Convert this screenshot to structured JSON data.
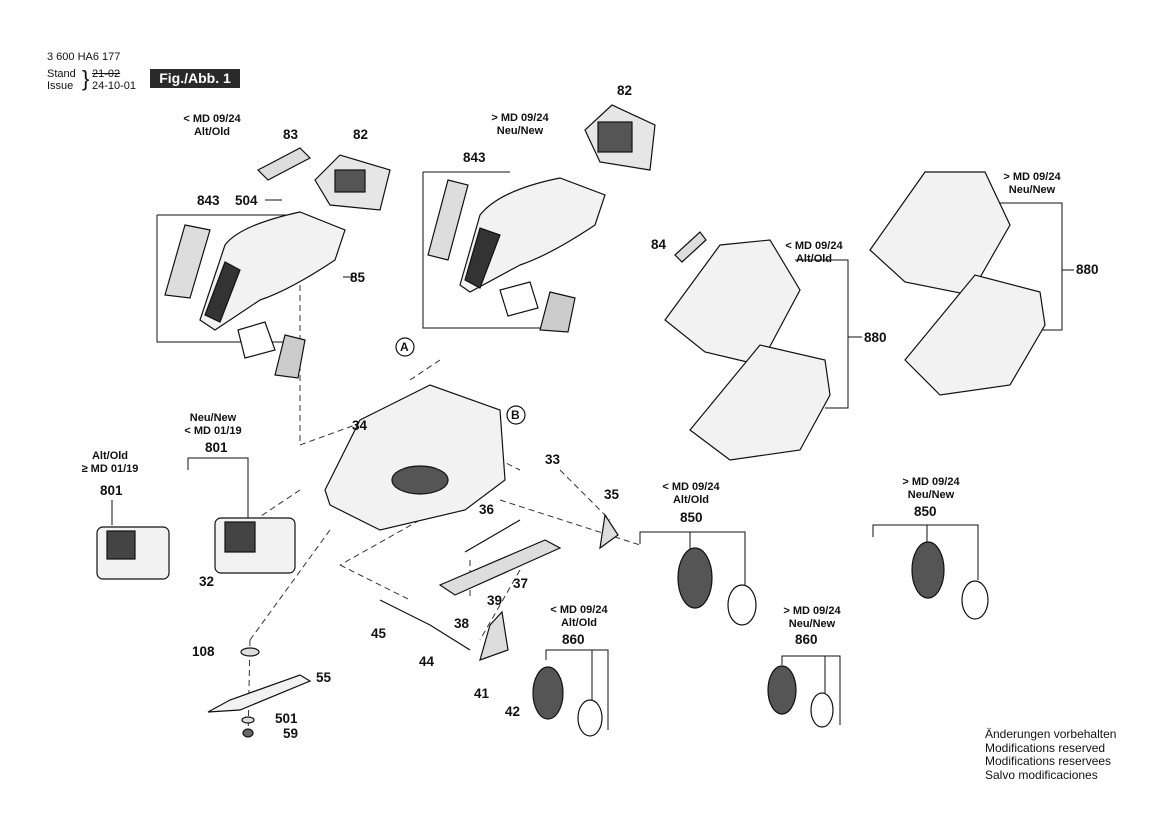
{
  "header": {
    "doc_number": "3 600 HA6 177",
    "stand_label": "Stand",
    "stand_date": "21-02",
    "issue_label": "Issue",
    "issue_date": "24-10-01",
    "figure_label": "Fig./Abb. 1"
  },
  "variants": {
    "lt_md0924": "< MD 09/24",
    "gt_md0924": "> MD 09/24",
    "lt_md0119": "< MD 01/19",
    "ge_md0119": "≥ MD 01/19",
    "alt_old": "Alt/Old",
    "neu_new": "Neu/New"
  },
  "parts": {
    "p82a": "82",
    "p83": "83",
    "p843a": "843",
    "p504": "504",
    "p85": "85",
    "p82b": "82",
    "p843b": "843",
    "p84": "84",
    "p880a": "880",
    "p880b": "880",
    "pA": "A",
    "pB": "B",
    "p34": "34",
    "p33": "33",
    "p35": "35",
    "p36": "36",
    "p37": "37",
    "p801a": "801",
    "p801b": "801",
    "p32": "32",
    "p39": "39",
    "p38": "38",
    "p45": "45",
    "p44": "44",
    "p41": "41",
    "p42": "42",
    "p850a": "850",
    "p850b": "850",
    "p860a": "860",
    "p860b": "860",
    "p108": "108",
    "p55": "55",
    "p501": "501",
    "p59": "59"
  },
  "disclaimer": [
    "Änderungen vorbehalten",
    "Modifications reserved",
    "Modifications reservees",
    "Salvo modificaciones"
  ]
}
